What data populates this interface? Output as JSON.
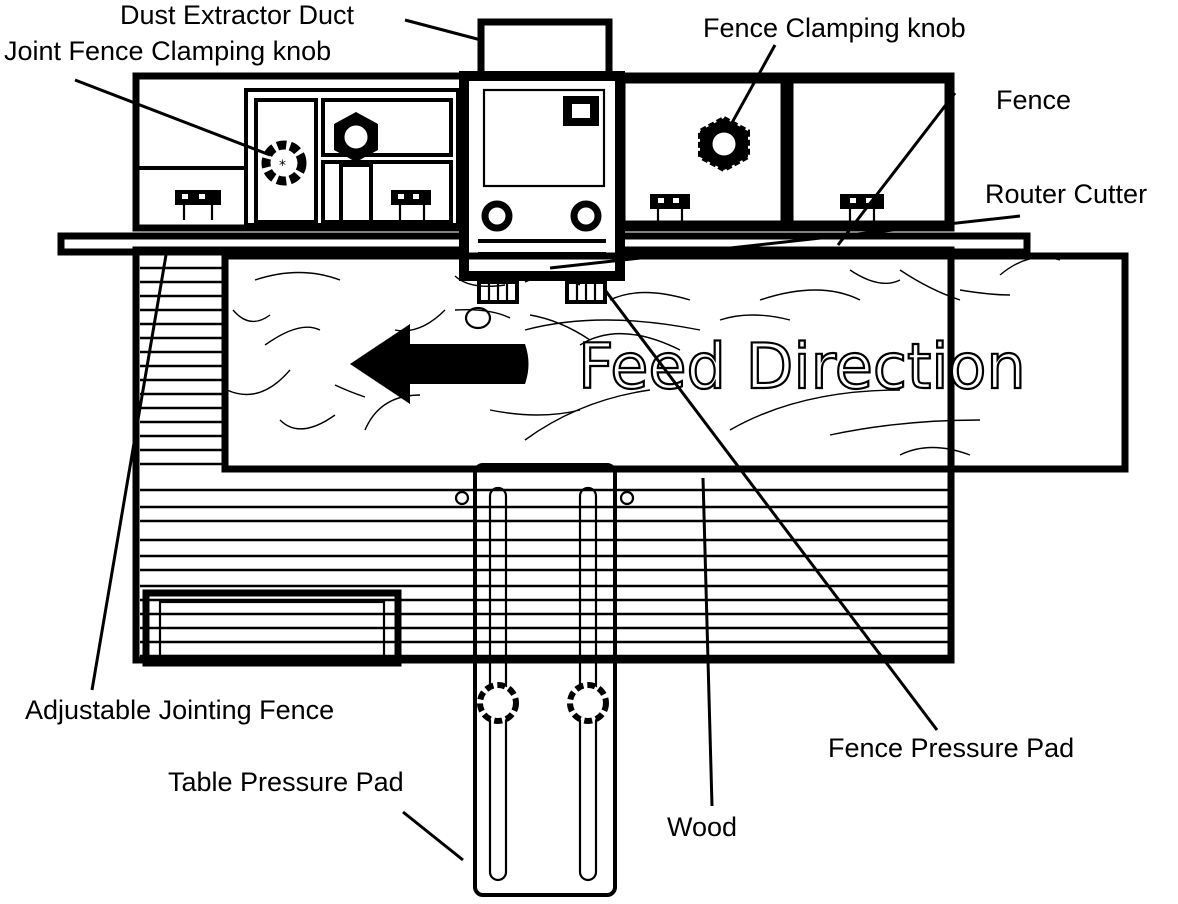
{
  "diagram": {
    "title": "Router table setup — top view",
    "feed_direction_text": "Feed Direction",
    "feed_arrow": "left",
    "labels": [
      {
        "id": "dust-extractor-duct",
        "text": "Dust Extractor Duct"
      },
      {
        "id": "joint-fence-clamping-knob",
        "text": "Joint Fence Clamping knob"
      },
      {
        "id": "fence-clamping-knob",
        "text": "Fence Clamping knob"
      },
      {
        "id": "fence",
        "text": "Fence"
      },
      {
        "id": "router-cutter",
        "text": "Router Cutter"
      },
      {
        "id": "adjustable-jointing-fence",
        "text": "Adjustable Jointing Fence"
      },
      {
        "id": "table-pressure-pad",
        "text": "Table Pressure Pad"
      },
      {
        "id": "wood",
        "text": "Wood"
      },
      {
        "id": "fence-pressure-pad",
        "text": "Fence Pressure Pad"
      }
    ],
    "colors": {
      "ink": "#000000",
      "paper": "#ffffff"
    }
  }
}
